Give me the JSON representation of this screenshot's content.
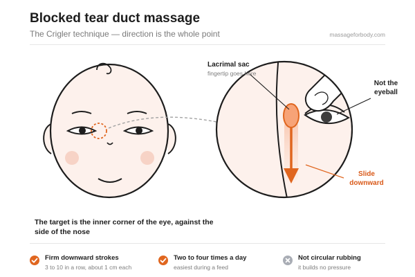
{
  "header": {
    "title": "Blocked tear duct massage",
    "subtitle": "The Crigler technique — direction is the whole point",
    "site": "massageforbody.com"
  },
  "diagram": {
    "lacrimal_title": "Lacrimal sac",
    "lacrimal_sub": "fingertip goes here",
    "eyeball_label": "Not the eyeball",
    "slide_label": "Slide downward",
    "caption": "The target is the inner corner of the eye, against the side of the nose"
  },
  "tips": [
    {
      "title": "Firm downward strokes",
      "desc": "3 to 10 in a row, about 1 cm each",
      "icon": "check-icon",
      "status": "do"
    },
    {
      "title": "Two to four times a day",
      "desc": "easiest during a feed",
      "icon": "check-icon",
      "status": "do"
    },
    {
      "title": "Not circular rubbing",
      "desc": "it builds no pressure",
      "icon": "cross-icon",
      "status": "dont"
    }
  ],
  "colors": {
    "accent": "#e0661f",
    "accent_light": "#f7a377",
    "skin": "#fdf1ec",
    "cheek": "#f7d3c6",
    "outline": "#1d1d1d",
    "muted_icon": "#a9adb5"
  }
}
